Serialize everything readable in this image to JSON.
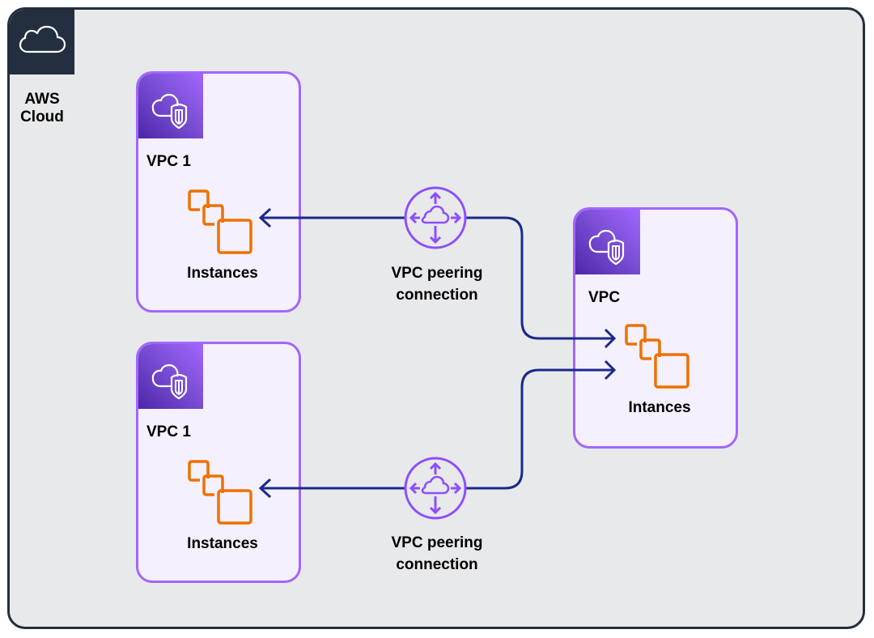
{
  "cloud": {
    "label_line1": "AWS",
    "label_line2": "Cloud",
    "icon": "cloud-icon",
    "border_color": "#232f3e",
    "background_color": "#e8e9eb"
  },
  "vpcs": [
    {
      "id": "vpc-top-left",
      "label": "VPC 1",
      "icon": "vpc-shield-cloud-icon",
      "instances_label": "Instances",
      "instances_icon": "ec2-instances-icon"
    },
    {
      "id": "vpc-bottom-left",
      "label": "VPC 1",
      "icon": "vpc-shield-cloud-icon",
      "instances_label": "Instances",
      "instances_icon": "ec2-instances-icon"
    },
    {
      "id": "vpc-right",
      "label": "VPC",
      "icon": "vpc-shield-cloud-icon",
      "instances_label": "Intances",
      "instances_icon": "ec2-instances-icon"
    }
  ],
  "peering_connections": [
    {
      "label_line1": "VPC peering",
      "label_line2": "connection",
      "icon": "peering-connection-icon",
      "from": "vpc-right",
      "to": "vpc-top-left"
    },
    {
      "label_line1": "VPC peering",
      "label_line2": "connection",
      "icon": "peering-connection-icon",
      "from": "vpc-right",
      "to": "vpc-bottom-left"
    }
  ],
  "colors": {
    "vpc_border": "#a166ff",
    "vpc_fill": "#f4f0fd",
    "instance_orange": "#ed7100",
    "connector_navy": "#1a2a8a",
    "peering_purple": "#8c4fff"
  }
}
